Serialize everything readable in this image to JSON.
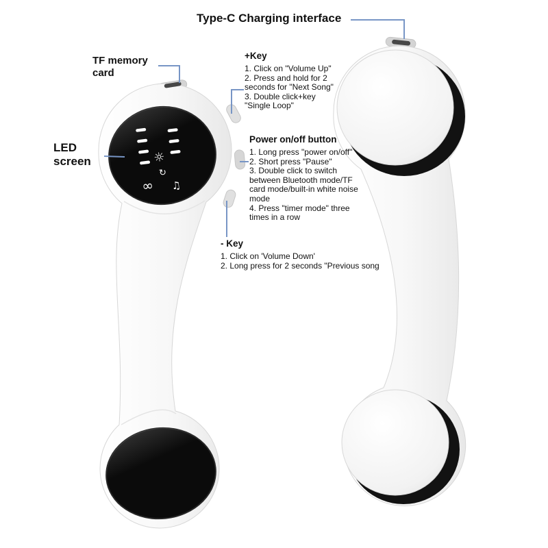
{
  "colors": {
    "callout": "#7795c5",
    "screen-black": "#0b0b0b",
    "device-white": "#ffffff",
    "text": "#111111"
  },
  "annotations": {
    "type_c": {
      "title": "Type-C Charging interface"
    },
    "tf_card": {
      "title": "TF memory\ncard"
    },
    "plus_key": {
      "title": "+Key",
      "body": "1. Click on \"Volume Up\"\n2. Press and hold for 2\nseconds for \"Next Song\"\n3. Double click+key\n\"Single Loop\""
    },
    "led_screen": {
      "title": "LED\nscreen"
    },
    "power_button": {
      "title": "Power on/off button",
      "body": "1. Long press \"power on/off\"\n2. Short press \"Pause\"\n3. Double click to switch\nbetween Bluetooth mode/TF\ncard mode/built-in white noise\nmode\n4. Press \"timer mode\" three\ntimes in a row"
    },
    "minus_key": {
      "title": "- Key",
      "body": "1. Click on 'Volume Down'\n2. Long press for 2 seconds \"Previous song"
    }
  },
  "led_icons": {
    "gear": "☼",
    "repeat": "↻",
    "infinity": "∞",
    "note": "♫"
  }
}
